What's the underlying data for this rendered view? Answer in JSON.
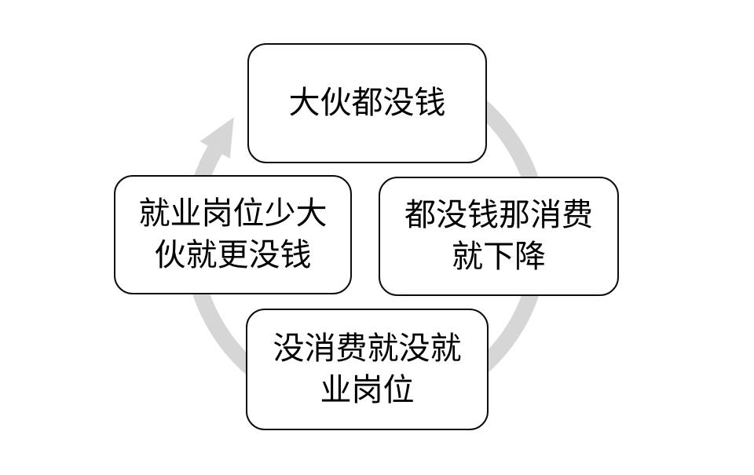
{
  "diagram": {
    "type": "cycle",
    "direction": "clockwise",
    "nodes": [
      {
        "id": "top",
        "label": "大伙都没钱"
      },
      {
        "id": "right",
        "label": "都没钱那消费就下降"
      },
      {
        "id": "bottom",
        "label": "没消费就没就业岗位"
      },
      {
        "id": "left",
        "label": "就业岗位少大伙就更没钱"
      }
    ],
    "colors": {
      "background": "#FFFFFF",
      "node_fill": "#FFFFFF",
      "node_border": "#0D0D0D",
      "text": "#000000",
      "arrow": "#D6D6D6"
    }
  }
}
